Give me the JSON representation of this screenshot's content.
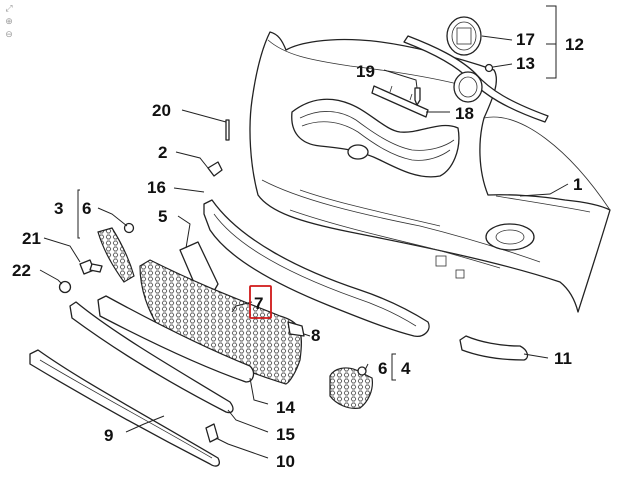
{
  "toolbar": {
    "zoom_in_icon": "zoom-in-icon",
    "zoom_out_icon": "zoom-out-icon",
    "fit_icon": "fit-view-icon"
  },
  "diagram": {
    "highlight_color": "#d01818",
    "callouts": [
      {
        "id": "1",
        "label": "1"
      },
      {
        "id": "2",
        "label": "2"
      },
      {
        "id": "3",
        "label": "3"
      },
      {
        "id": "4",
        "label": "4"
      },
      {
        "id": "5",
        "label": "5"
      },
      {
        "id": "6a",
        "label": "6"
      },
      {
        "id": "6b",
        "label": "6"
      },
      {
        "id": "7",
        "label": "7",
        "highlighted": true
      },
      {
        "id": "8",
        "label": "8"
      },
      {
        "id": "9",
        "label": "9"
      },
      {
        "id": "10",
        "label": "10"
      },
      {
        "id": "11",
        "label": "11"
      },
      {
        "id": "12",
        "label": "12"
      },
      {
        "id": "13",
        "label": "13"
      },
      {
        "id": "14",
        "label": "14"
      },
      {
        "id": "15",
        "label": "15"
      },
      {
        "id": "16",
        "label": "16"
      },
      {
        "id": "17",
        "label": "17"
      },
      {
        "id": "18",
        "label": "18"
      },
      {
        "id": "19",
        "label": "19"
      },
      {
        "id": "20",
        "label": "20"
      },
      {
        "id": "21",
        "label": "21"
      },
      {
        "id": "22",
        "label": "22"
      }
    ]
  }
}
